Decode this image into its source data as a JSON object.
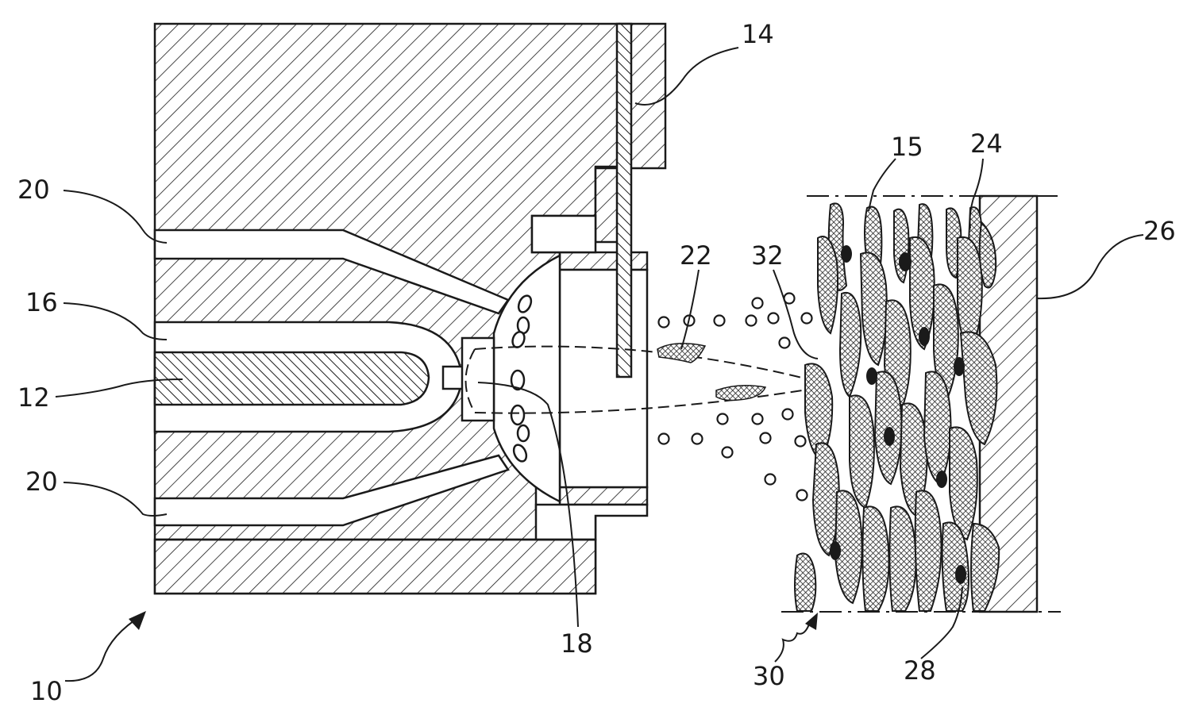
{
  "labels": {
    "ref_10": "10",
    "ref_12": "12",
    "ref_14": "14",
    "ref_15": "15",
    "ref_16": "16",
    "ref_18": "18",
    "ref_20_top": "20",
    "ref_20_bottom": "20",
    "ref_22": "22",
    "ref_24": "24",
    "ref_26": "26",
    "ref_28": "28",
    "ref_30": "30",
    "ref_32": "32"
  },
  "colors": {
    "ink": "#1a1a1a",
    "background": "#ffffff",
    "particle_fill": "#6b6b6b"
  }
}
